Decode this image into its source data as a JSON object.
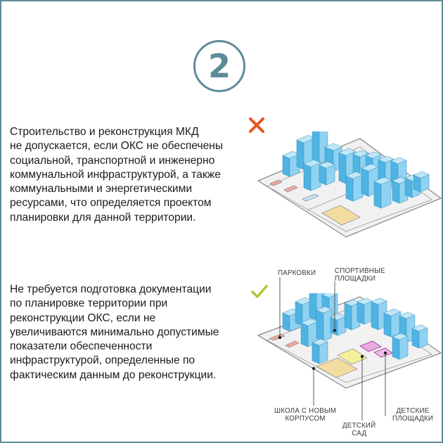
{
  "step": {
    "number": "2"
  },
  "case_not_allowed": {
    "status_icon": "cross-icon",
    "status_color": "#e8541e",
    "text": "Строительство и реконструкция МКД\nне допускается, если ОКС не обеспечены\nсоциальной, транспортной и инженерно\nкоммунальной инфраструктурой, а также\nкоммунальными и энергетическими\nресурсами,  что определяется проектом\nпланировки для данной территории."
  },
  "case_allowed": {
    "status_icon": "check-icon",
    "status_color": "#a8c93a",
    "text": "Не требуется подготовка документации\nпо планировке территории при\nреконструкции ОКС, если не\nувеличиваются минимально допустимые\nпоказатели обеспеченности\nинфраструктурой, определенные по\nфактическим данным до реконструкции."
  },
  "callouts": {
    "parking": "ПАРКОВКИ",
    "sports": "СПОРТИВНЫЕ\nПЛОЩАДКИ",
    "school": "ШКОЛА С НОВЫМ\nКОРПУСОМ",
    "kindergarten": "ДЕТСКИЙ\nСАД",
    "playgrounds": "ДЕТСКИЕ\nПЛОЩАДКИ"
  },
  "colors": {
    "frame": "#5e8b98",
    "building_top": "#bfe7f8",
    "building_left": "#4fb3e3",
    "building_right": "#8fd2f1",
    "parking": "#f0a8a0",
    "sports": "#e070d0",
    "school": "#f2dca0",
    "kindergarten": "#f4f09a",
    "ground": "#f1f1f1"
  }
}
